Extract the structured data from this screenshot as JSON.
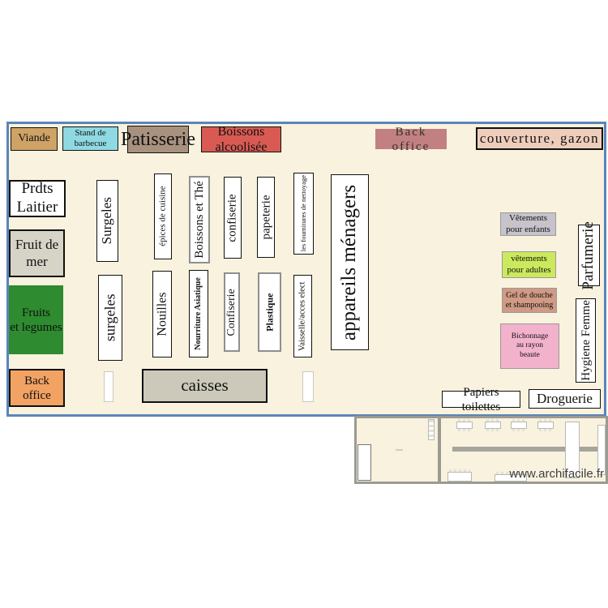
{
  "canvas": {
    "bg": "#f8f2de",
    "plan_border": "#5b85b8",
    "annex_border": "#9b9b93"
  },
  "plan": {
    "top_row": [
      {
        "label": "Viande",
        "bg": "#cfa266"
      },
      {
        "label": "Stand de barbecue",
        "bg": "#8fd9e2"
      },
      {
        "label": "Patisserie",
        "bg": "#a8917e"
      },
      {
        "label": "Boissons alcoolisée",
        "bg": "#d85a52"
      },
      {
        "label": "Back office",
        "bg": "#c28082"
      },
      {
        "label": "couverture, gazon",
        "bg": "#eecdbb"
      }
    ],
    "left_column": [
      {
        "label": "Prdts Laitier",
        "bg": "#ffffff"
      },
      {
        "label": "Fruit de mer",
        "bg": "#d6d3c7"
      },
      {
        "label": "Fruits\net legumes",
        "bg": "#2e8b2f"
      },
      {
        "label": "Back office",
        "bg": "#f2a263"
      }
    ],
    "aisles_row1": [
      {
        "label": "Surgeles"
      },
      {
        "label": "épices de cuisine"
      },
      {
        "label": "Boissons et Thé"
      },
      {
        "label": "confiserie"
      },
      {
        "label": "papeterie"
      },
      {
        "label": "les fournitures de nettoyage"
      },
      {
        "label": "appareils ménagers"
      }
    ],
    "aisles_row2": [
      {
        "label": "surgeles"
      },
      {
        "label": "Nouilles"
      },
      {
        "label": "Nourriture Asiatique"
      },
      {
        "label": "Confiserie"
      },
      {
        "label": "Plastique"
      },
      {
        "label": "Vaisselle/acces elect"
      }
    ],
    "right_column": [
      {
        "label": "Vêtements\npour enfants",
        "bg": "#c6c3cb"
      },
      {
        "label": "vêtements\npour adultes",
        "bg": "#cbe95c"
      },
      {
        "label": "Gel de douche\net shampooing",
        "bg": "#d09a84"
      },
      {
        "label": "Bichonnage\nau rayon\nbeaute",
        "bg": "#f3b2cb"
      },
      {
        "label": "Parfumerie",
        "bg": "#ffffff"
      },
      {
        "label": "Hygiene Femme",
        "bg": "#ffffff"
      }
    ],
    "checkout": {
      "label": "caisses",
      "bg": "#ccc9ba"
    },
    "bottom_labels": [
      {
        "label": "Papiers toilettes"
      },
      {
        "label": "Droguerie"
      }
    ]
  },
  "annex": {
    "watermark": "www.archifacile.fr"
  }
}
